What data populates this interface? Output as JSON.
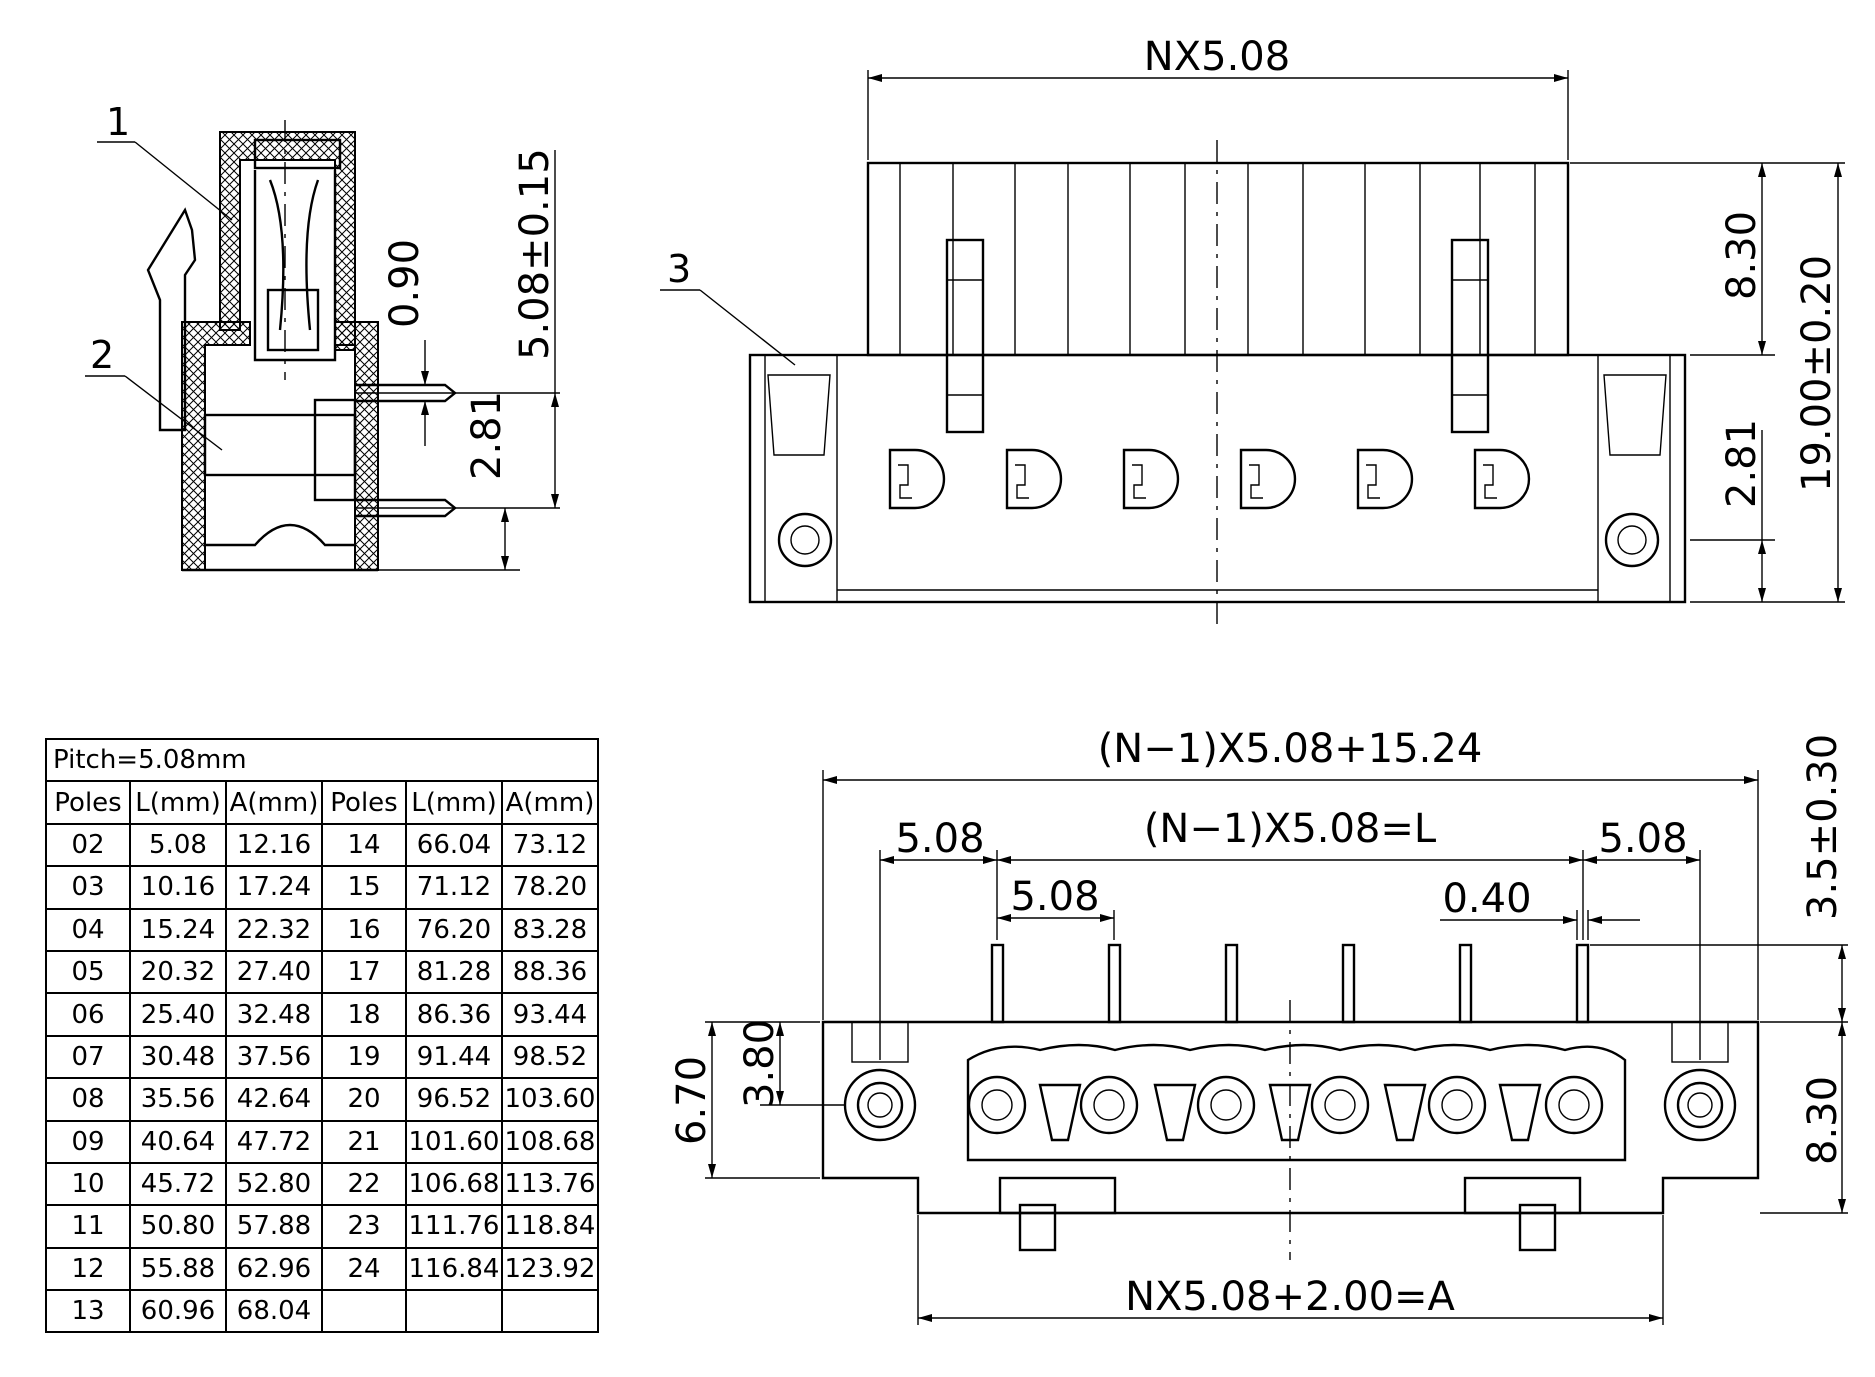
{
  "callouts": [
    "1",
    "2",
    "3"
  ],
  "dims": {
    "side_pitch": "5.08±0.15",
    "side_pin": "0.90",
    "side_row": "2.81",
    "front_nx": "NX5.08",
    "front_830": "8.30",
    "front_281": "2.81",
    "front_height": "19.00±0.20",
    "top_overall": "(N−1)X5.08+15.24",
    "top_l": "(N−1)X5.08=L",
    "top_left508": "5.08",
    "top_right508": "5.08",
    "top_pitch508": "5.08",
    "top_040": "0.40",
    "top_35": "3.5±0.30",
    "top_670": "6.70",
    "top_380": "3.80",
    "top_830": "8.30",
    "top_a": "NX5.08+2.00=A"
  },
  "table": {
    "title": "Pitch=5.08mm",
    "headers": [
      "Poles",
      "L(mm)",
      "A(mm)",
      "Poles",
      "L(mm)",
      "A(mm)"
    ],
    "rows": [
      [
        "02",
        "5.08",
        "12.16",
        "14",
        "66.04",
        "73.12"
      ],
      [
        "03",
        "10.16",
        "17.24",
        "15",
        "71.12",
        "78.20"
      ],
      [
        "04",
        "15.24",
        "22.32",
        "16",
        "76.20",
        "83.28"
      ],
      [
        "05",
        "20.32",
        "27.40",
        "17",
        "81.28",
        "88.36"
      ],
      [
        "06",
        "25.40",
        "32.48",
        "18",
        "86.36",
        "93.44"
      ],
      [
        "07",
        "30.48",
        "37.56",
        "19",
        "91.44",
        "98.52"
      ],
      [
        "08",
        "35.56",
        "42.64",
        "20",
        "96.52",
        "103.60"
      ],
      [
        "09",
        "40.64",
        "47.72",
        "21",
        "101.60",
        "108.68"
      ],
      [
        "10",
        "45.72",
        "52.80",
        "22",
        "106.68",
        "113.76"
      ],
      [
        "11",
        "50.80",
        "57.88",
        "23",
        "111.76",
        "118.84"
      ],
      [
        "12",
        "55.88",
        "62.96",
        "24",
        "116.84",
        "123.92"
      ],
      [
        "13",
        "60.96",
        "68.04",
        "",
        "",
        ""
      ]
    ]
  }
}
